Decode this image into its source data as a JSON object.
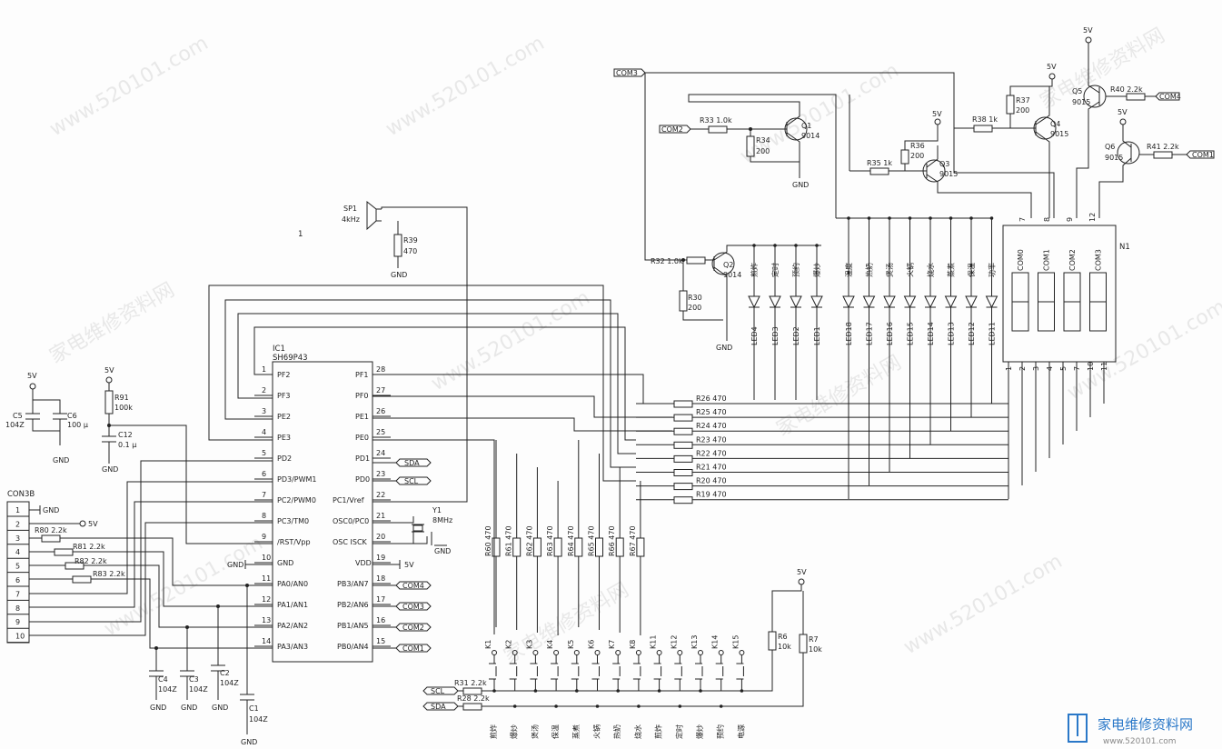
{
  "watermark": {
    "line1": "家电维修资料网",
    "line2": "www.520101.com"
  },
  "logo": {
    "text": "家电维修资料网",
    "url": "www.520101.com"
  },
  "power": {
    "v5": "5V",
    "gnd": "GND"
  },
  "ic1": {
    "ref": "IC1",
    "part": "SH69P43",
    "left_pins": [
      {
        "num": "1",
        "name": "PF2"
      },
      {
        "num": "2",
        "name": "PF3"
      },
      {
        "num": "3",
        "name": "PE2"
      },
      {
        "num": "4",
        "name": "PE3"
      },
      {
        "num": "5",
        "name": "PD2"
      },
      {
        "num": "6",
        "name": "PD3/PWM1"
      },
      {
        "num": "7",
        "name": "PC2/PWM0"
      },
      {
        "num": "8",
        "name": "PC3/TM0"
      },
      {
        "num": "9",
        "name": "/RST/Vpp"
      },
      {
        "num": "10",
        "name": "GND"
      },
      {
        "num": "11",
        "name": "PA0/AN0"
      },
      {
        "num": "12",
        "name": "PA1/AN1"
      },
      {
        "num": "13",
        "name": "PA2/AN2"
      },
      {
        "num": "14",
        "name": "PA3/AN3"
      }
    ],
    "right_pins": [
      {
        "num": "28",
        "name": "PF1"
      },
      {
        "num": "27",
        "name": "PF0"
      },
      {
        "num": "26",
        "name": "PE1"
      },
      {
        "num": "25",
        "name": "PE0"
      },
      {
        "num": "24",
        "name": "PD1"
      },
      {
        "num": "23",
        "name": "PD0"
      },
      {
        "num": "22",
        "name": "PC1/Vref"
      },
      {
        "num": "21",
        "name": "OSC0/PC0"
      },
      {
        "num": "20",
        "name": "OSC ISCK"
      },
      {
        "num": "19",
        "name": "VDD"
      },
      {
        "num": "18",
        "name": "PB3/AN7"
      },
      {
        "num": "17",
        "name": "PB2/AN6"
      },
      {
        "num": "16",
        "name": "PB1/AN5"
      },
      {
        "num": "15",
        "name": "PB0/AN4"
      }
    ]
  },
  "ports": {
    "sda": "SDA",
    "scl": "SCL",
    "com1": "COM1",
    "com2": "COM2",
    "com3": "COM3",
    "com4": "COM4"
  },
  "crystal": {
    "ref": "Y1",
    "value": "8MHz"
  },
  "speaker": {
    "ref": "SP1",
    "value": "4kHz"
  },
  "connector": {
    "ref": "CON3B",
    "pins": [
      "1",
      "2",
      "3",
      "4",
      "5",
      "6",
      "7",
      "8",
      "9",
      "10"
    ]
  },
  "caps": {
    "c5": {
      "ref": "C5",
      "value": "104Z"
    },
    "c6": {
      "ref": "C6",
      "value": "100 µ"
    },
    "c12": {
      "ref": "C12",
      "value": "0.1 µ"
    },
    "c4": {
      "ref": "C4",
      "value": "104Z"
    },
    "c3": {
      "ref": "C3",
      "value": "104Z"
    },
    "c2": {
      "ref": "C2",
      "value": "104Z"
    },
    "c1": {
      "ref": "C1",
      "value": "104Z"
    }
  },
  "resistors": {
    "r91": {
      "ref": "R91",
      "value": "100k"
    },
    "r39": {
      "ref": "R39",
      "value": "470"
    },
    "r80": {
      "ref": "R80",
      "value": "2.2k"
    },
    "r81": {
      "ref": "R81",
      "value": "2.2k"
    },
    "r82": {
      "ref": "R82",
      "value": "2.2k"
    },
    "r83": {
      "ref": "R83",
      "value": "2.2k"
    },
    "r33": {
      "ref": "R33",
      "value": "1.0k"
    },
    "r34": {
      "ref": "R34",
      "value": "200"
    },
    "r35": {
      "ref": "R35",
      "value": "1k"
    },
    "r36": {
      "ref": "R36",
      "value": "200"
    },
    "r37": {
      "ref": "R37",
      "value": "200"
    },
    "r38": {
      "ref": "R38",
      "value": "1k"
    },
    "r40": {
      "ref": "R40",
      "value": "2.2k"
    },
    "r41": {
      "ref": "R41",
      "value": "2.2k"
    },
    "r32": {
      "ref": "R32",
      "value": "1.0k"
    },
    "r30": {
      "ref": "R30",
      "value": "200"
    },
    "r6": {
      "ref": "R6",
      "value": "10k"
    },
    "r7": {
      "ref": "R7",
      "value": "10k"
    },
    "r31": {
      "ref": "R31",
      "value": "2.2k"
    },
    "r28": {
      "ref": "R28",
      "value": "2.2k"
    }
  },
  "row_resistors": [
    {
      "ref": "R26",
      "value": "470"
    },
    {
      "ref": "R25",
      "value": "470"
    },
    {
      "ref": "R24",
      "value": "470"
    },
    {
      "ref": "R23",
      "value": "470"
    },
    {
      "ref": "R22",
      "value": "470"
    },
    {
      "ref": "R21",
      "value": "470"
    },
    {
      "ref": "R20",
      "value": "470"
    },
    {
      "ref": "R19",
      "value": "470"
    }
  ],
  "col_resistors": [
    {
      "ref": "R60",
      "value": "470"
    },
    {
      "ref": "R61",
      "value": "470"
    },
    {
      "ref": "R62",
      "value": "470"
    },
    {
      "ref": "R63",
      "value": "470"
    },
    {
      "ref": "R64",
      "value": "470"
    },
    {
      "ref": "R65",
      "value": "470"
    },
    {
      "ref": "R66",
      "value": "470"
    },
    {
      "ref": "R67",
      "value": "470"
    }
  ],
  "transistors": {
    "q1": {
      "ref": "Q1",
      "part": "9014"
    },
    "q2": {
      "ref": "Q2",
      "part": "9014"
    },
    "q3": {
      "ref": "Q3",
      "part": "9015"
    },
    "q4": {
      "ref": "Q4",
      "part": "9015"
    },
    "q5": {
      "ref": "Q5",
      "part": "9015"
    },
    "q6": {
      "ref": "Q6",
      "part": "9015"
    }
  },
  "leds_left": [
    {
      "ref": "LED4",
      "label": "煎炸"
    },
    {
      "ref": "LED3",
      "label": "定时"
    },
    {
      "ref": "LED2",
      "label": "预约"
    },
    {
      "ref": "LED1",
      "label": "爆炒"
    }
  ],
  "leds_right": [
    {
      "ref": "LED18",
      "label": "温度"
    },
    {
      "ref": "LED17",
      "label": "热奶"
    },
    {
      "ref": "LED16",
      "label": "煲汤"
    },
    {
      "ref": "LED15",
      "label": "火锅"
    },
    {
      "ref": "LED14",
      "label": "烧水"
    },
    {
      "ref": "LED13",
      "label": "蒸煮"
    },
    {
      "ref": "LED12",
      "label": "保温"
    },
    {
      "ref": "LED11",
      "label": "功率"
    }
  ],
  "display": {
    "ref": "N1",
    "digits": [
      "COM0",
      "COM1",
      "COM2",
      "COM3"
    ],
    "top_pins": [
      "7",
      "8",
      "9",
      "12"
    ],
    "bottom_pins": [
      "1",
      "2",
      "3",
      "4",
      "5",
      "7",
      "10",
      "11"
    ]
  },
  "keys": [
    {
      "ref": "K1",
      "label": "煎炸"
    },
    {
      "ref": "K2",
      "label": "爆炒"
    },
    {
      "ref": "K3",
      "label": "煲汤"
    },
    {
      "ref": "K4",
      "label": "保温"
    },
    {
      "ref": "K5",
      "label": "蒸煮"
    },
    {
      "ref": "K6",
      "label": "火锅"
    },
    {
      "ref": "K7",
      "label": "热奶"
    },
    {
      "ref": "K8",
      "label": "烧水"
    },
    {
      "ref": "K11",
      "label": "煎炸"
    },
    {
      "ref": "K12",
      "label": "定时"
    },
    {
      "ref": "K13",
      "label": "爆炒"
    },
    {
      "ref": "K14",
      "label": "预约"
    },
    {
      "ref": "K15",
      "label": "电源"
    }
  ],
  "misc": {
    "stray": "1"
  }
}
